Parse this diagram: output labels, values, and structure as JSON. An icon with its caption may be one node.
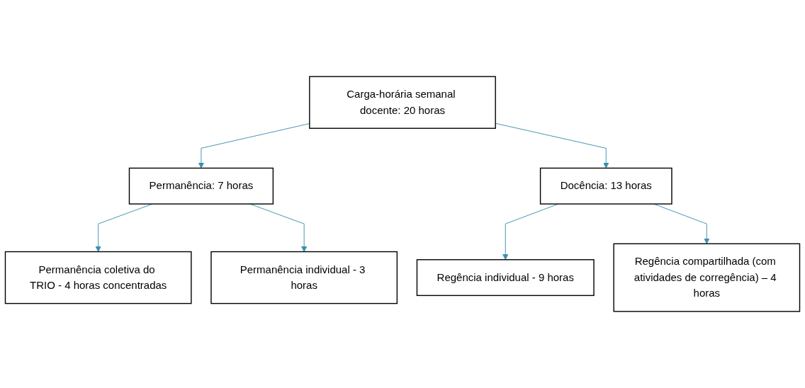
{
  "diagram": {
    "nodes": [
      {
        "text": [
          "Carga-horária semanal docente: 20 horas"
        ]
      },
      {
        "text": [
          "Permanência: 7 horas"
        ]
      },
      {
        "text": [
          "Docência: 13 horas"
        ]
      },
      {
        "text": [
          "Permanência coletiva do TRIO - 4 horas concentradas"
        ]
      },
      {
        "text": [
          "Permanência individual - 3 horas"
        ]
      },
      {
        "text": [
          "Regência individual - 9 horas"
        ]
      },
      {
        "text": [
          "Regência compartilhada (com atividades de corregência) – 4 horas"
        ]
      }
    ],
    "edges": [
      {
        "from": 0,
        "to": 1,
        "arrow": "to",
        "color": "#3a8fb0"
      },
      {
        "from": 0,
        "to": 2,
        "arrow": "to",
        "color": "#3a8fb0"
      },
      {
        "from": 1,
        "to": 3,
        "arrow": "to",
        "color": "#3a8fb0"
      },
      {
        "from": 1,
        "to": 4,
        "arrow": "to",
        "color": "#3a8fb0"
      },
      {
        "from": 2,
        "to": 5,
        "arrow": "to",
        "color": "#3a8fb0"
      },
      {
        "from": 2,
        "to": 6,
        "arrow": "to",
        "color": "#3a8fb0"
      }
    ]
  }
}
